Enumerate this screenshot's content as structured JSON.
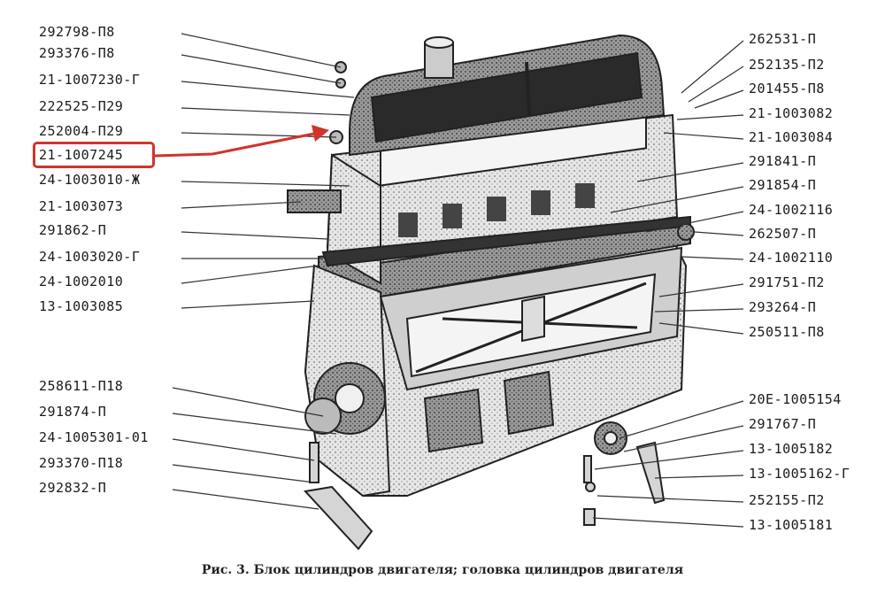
{
  "left_labels": [
    "292798-П8",
    "293376-П8",
    "21-1007230-Г",
    "222525-П29",
    "252004-П29",
    "21-1007245",
    "24-1003010-Ж",
    "21-1003073",
    "291862-П",
    "24-1003020-Г",
    "24-1002010",
    "13-1003085",
    "258611-П18",
    "291874-П",
    "24-1005301-01",
    "293370-П18",
    "292832-П"
  ],
  "right_labels": [
    "262531-П",
    "252135-П2",
    "201455-П8",
    "21-1003082",
    "21-1003084",
    "291841-П",
    "291854-П",
    "24-1002116",
    "262507-П",
    "24-1002110",
    "291751-П2",
    "293264-П",
    "250511-П8",
    "20Е-1005154",
    "291767-П",
    "13-1005182",
    "13-1005162-Г",
    "252155-П2",
    "13-1005181"
  ],
  "highlight": {
    "label_index": 5,
    "color": "#d0342c"
  },
  "caption": "Рис.   3. Блок цилиндров двигателя; головка цилиндров двигателя"
}
